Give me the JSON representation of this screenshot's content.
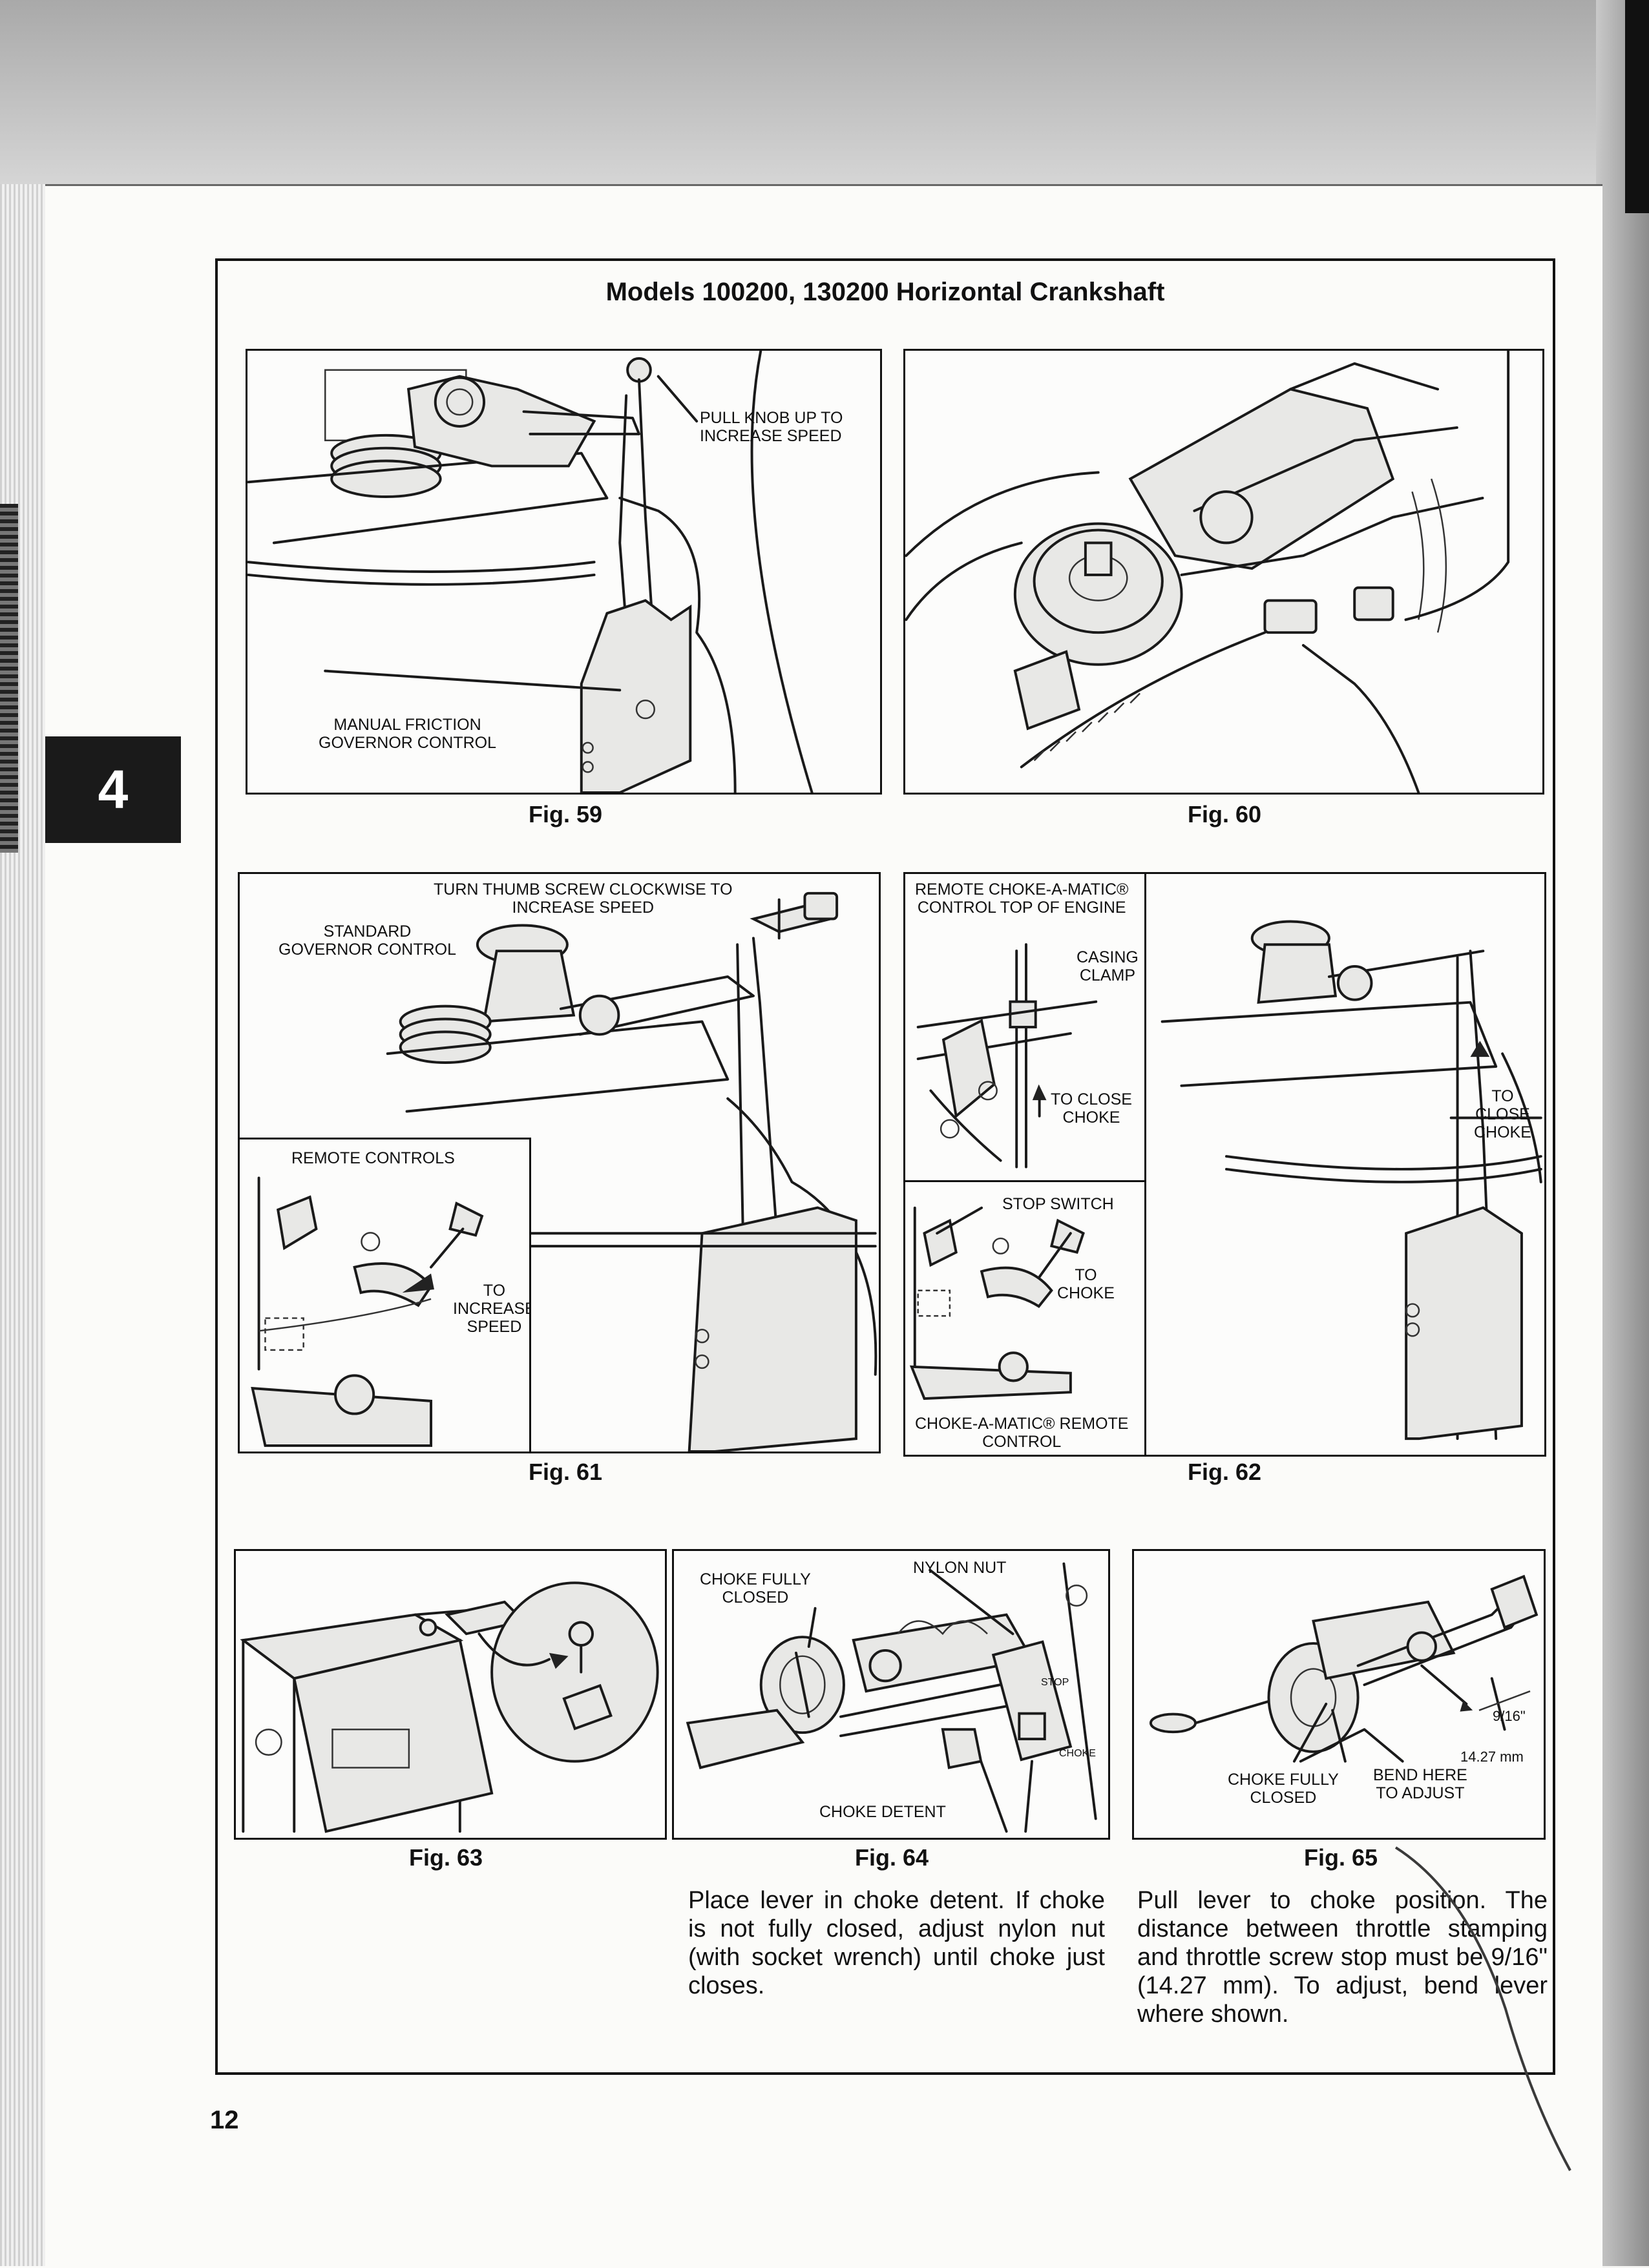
{
  "page": {
    "title": "Models 100200, 130200 Horizontal Crankshaft",
    "section_tab": "4",
    "page_number": "12"
  },
  "figures": {
    "fig59": {
      "caption": "Fig. 59",
      "labels": [
        "PULL KNOB UP TO\nINCREASE SPEED",
        "MANUAL FRICTION\nGOVERNOR CONTROL"
      ]
    },
    "fig60": {
      "caption": "Fig. 60"
    },
    "fig61": {
      "caption": "Fig. 61",
      "labels": [
        "TURN THUMB SCREW CLOCKWISE TO\nINCREASE SPEED",
        "STANDARD\nGOVERNOR CONTROL"
      ],
      "inset_title": "REMOTE CONTROLS",
      "inset_label": "TO\nINCREASE\nSPEED"
    },
    "fig62": {
      "caption": "Fig. 62",
      "top_title": "REMOTE CHOKE-A-MATIC®\nCONTROL TOP OF ENGINE",
      "casing_clamp": "CASING\nCLAMP",
      "to_close_choke_a": "TO CLOSE\nCHOKE",
      "to_close_choke_b": "TO\nCLOSE\nCHOKE",
      "stop_switch": "STOP SWITCH",
      "to_choke": "TO\nCHOKE",
      "bottom_title": "CHOKE-A-MATIC® REMOTE\nCONTROL"
    },
    "fig63": {
      "caption": "Fig. 63"
    },
    "fig64": {
      "caption": "Fig. 64",
      "choke_fully_closed": "CHOKE FULLY\nCLOSED",
      "nylon_nut": "NYLON NUT",
      "choke_detent": "CHOKE DETENT",
      "plate_stop": "STOP",
      "plate_choke": "CHOKE",
      "description": "Place lever in choke detent. If choke is not fully closed, adjust nylon nut (with socket wrench) until choke just closes."
    },
    "fig65": {
      "caption": "Fig. 65",
      "dim_in": "9/16\"",
      "dim_mm": "14.27 mm",
      "choke_fully_closed": "CHOKE FULLY\nCLOSED",
      "bend_here": "BEND HERE\nTO ADJUST",
      "description": "Pull lever to choke position. The distance between throttle stamping and throttle screw stop must be 9/16\" (14.27 mm). To adjust, bend lever where shown."
    }
  }
}
